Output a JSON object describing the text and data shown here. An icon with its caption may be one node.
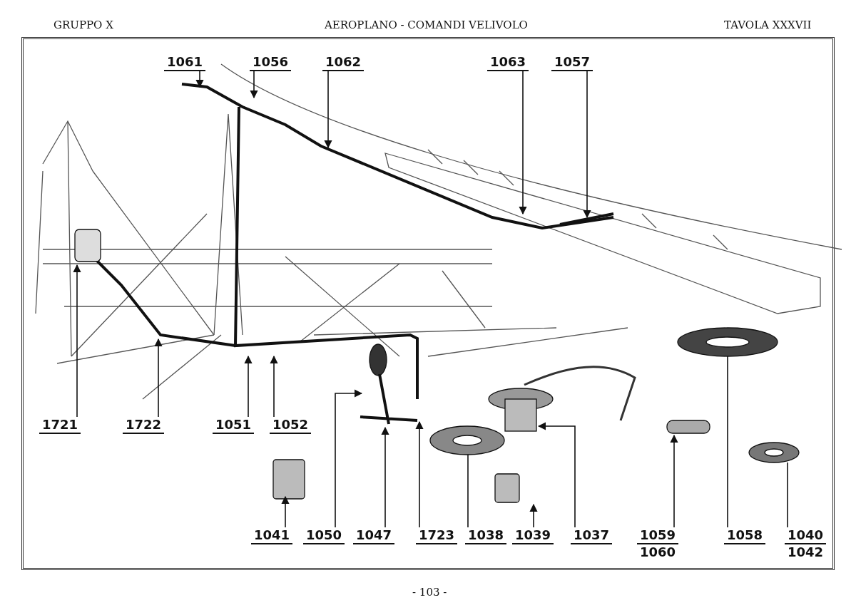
{
  "diagram": {
    "title": "AEROPLANO - COMANDI VELIVOLO",
    "nodes": [
      {
        "text": [
          "1061"
        ]
      },
      {
        "text": [
          "1056"
        ]
      },
      {
        "text": [
          "1062"
        ]
      },
      {
        "text": [
          "1063"
        ]
      },
      {
        "text": [
          "1057"
        ]
      },
      {
        "text": [
          "1721"
        ]
      },
      {
        "text": [
          "1722"
        ]
      },
      {
        "text": [
          "1051"
        ]
      },
      {
        "text": [
          "1052"
        ]
      },
      {
        "text": [
          "1041"
        ]
      },
      {
        "text": [
          "1050"
        ]
      },
      {
        "text": [
          "1047"
        ]
      },
      {
        "text": [
          "1723"
        ]
      },
      {
        "text": [
          "1038"
        ]
      },
      {
        "text": [
          "1039"
        ]
      },
      {
        "text": [
          "1037"
        ]
      },
      {
        "text": [
          "1059",
          "1060"
        ]
      },
      {
        "text": [
          "1058"
        ]
      },
      {
        "text": [
          "1040",
          "1042"
        ]
      }
    ],
    "edges": [
      {
        "from": 0,
        "to": null,
        "arrow": "to"
      },
      {
        "from": 1,
        "to": null,
        "arrow": "to"
      },
      {
        "from": 2,
        "to": null,
        "arrow": "to"
      },
      {
        "from": 3,
        "to": null,
        "arrow": "to"
      },
      {
        "from": 4,
        "to": null,
        "arrow": "to"
      },
      {
        "from": 5,
        "to": null,
        "arrow": "to"
      },
      {
        "from": 6,
        "to": null,
        "arrow": "to"
      },
      {
        "from": 7,
        "to": null,
        "arrow": "to"
      },
      {
        "from": 8,
        "to": null,
        "arrow": "to"
      },
      {
        "from": 9,
        "to": null,
        "arrow": "to"
      },
      {
        "from": 10,
        "to": null,
        "arrow": "to"
      },
      {
        "from": 11,
        "to": null,
        "arrow": "to"
      },
      {
        "from": 12,
        "to": null,
        "arrow": "to"
      },
      {
        "from": 13,
        "to": null,
        "arrow": "none"
      },
      {
        "from": 14,
        "to": null,
        "arrow": "to"
      },
      {
        "from": 15,
        "to": null,
        "arrow": "to"
      },
      {
        "from": 16,
        "to": null,
        "arrow": "to"
      },
      {
        "from": 17,
        "to": null,
        "arrow": "none"
      },
      {
        "from": 18,
        "to": null,
        "arrow": "none"
      }
    ],
    "labels": [
      "GRUPPO X",
      "TAVOLA XXXVII",
      "- 103 -"
    ]
  }
}
